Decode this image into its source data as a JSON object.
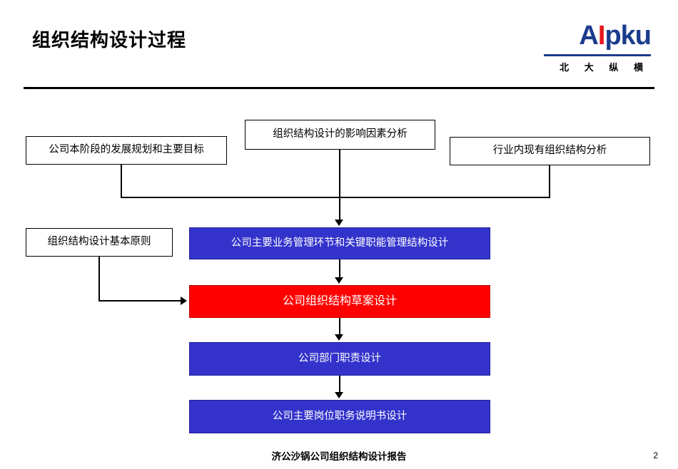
{
  "header": {
    "title": "组织结构设计过程",
    "logo": {
      "text_left": "A",
      "text_bar": "I",
      "text_right": "pku",
      "subtitle": "北 大 纵 横"
    }
  },
  "diagram": {
    "inputs": [
      {
        "id": "input-left",
        "label": "公司本阶段的发展规划和主要目标"
      },
      {
        "id": "input-center",
        "label": "组织结构设计的影响因素分析"
      },
      {
        "id": "input-right",
        "label": "行业内现有组织结构分析"
      }
    ],
    "principle": {
      "id": "principle",
      "label": "组织结构设计基本原则"
    },
    "steps": [
      {
        "id": "step-1",
        "label": "公司主要业务管理环节和关键职能管理结构设计",
        "color": "#3333cc"
      },
      {
        "id": "step-2",
        "label": "公司组织结构草案设计",
        "color": "#fe0000"
      },
      {
        "id": "step-3",
        "label": "公司部门职责设计",
        "color": "#3333cc"
      },
      {
        "id": "step-4",
        "label": "公司主要岗位职务说明书设计",
        "color": "#3333cc"
      }
    ]
  },
  "footer": {
    "title": "济公沙锅公司组织结构设计报告",
    "page_number": "2"
  }
}
